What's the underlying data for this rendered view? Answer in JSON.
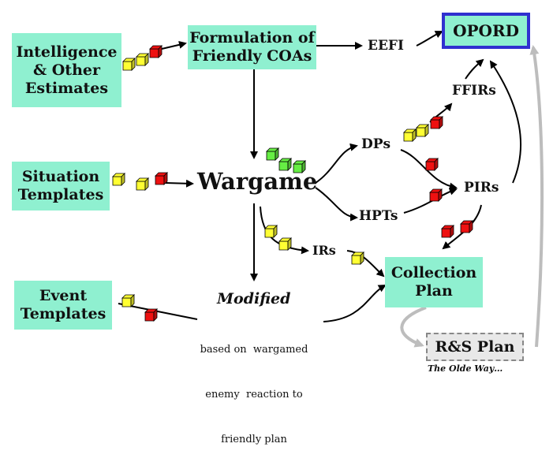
{
  "boxes": {
    "intel": [
      "Intelligence",
      "& Other",
      "Estimates"
    ],
    "situation": [
      "Situation",
      "Templates"
    ],
    "event": [
      "Event",
      "Templates"
    ],
    "formulation": [
      "Formulation of",
      "Friendly COAs"
    ],
    "opord": "OPORD",
    "collection": [
      "Collection",
      "Plan"
    ],
    "rs_plan": "R&S Plan"
  },
  "labels": {
    "wargame": "Wargame",
    "eefi": "EEFI",
    "ffirs": "FFIRs",
    "dps": "DPs",
    "hpts": "HPTs",
    "pirs": "PIRs",
    "irs": "IRs",
    "modified": "Modified",
    "modified_note": [
      "based on  wargamed",
      "enemy  reaction to",
      "friendly plan"
    ],
    "olde_way": "The Olde Way…"
  },
  "colors": {
    "box_fill": "#8ff0d0",
    "opord_fill": "#8ff0d0",
    "opord_border": "#3030d0",
    "cube_yellow": "#ffff33",
    "cube_red": "#ee1111",
    "cube_green": "#66ee44",
    "rs_fill": "#e8e8e8",
    "gray_arrow": "#bdbdbd"
  }
}
